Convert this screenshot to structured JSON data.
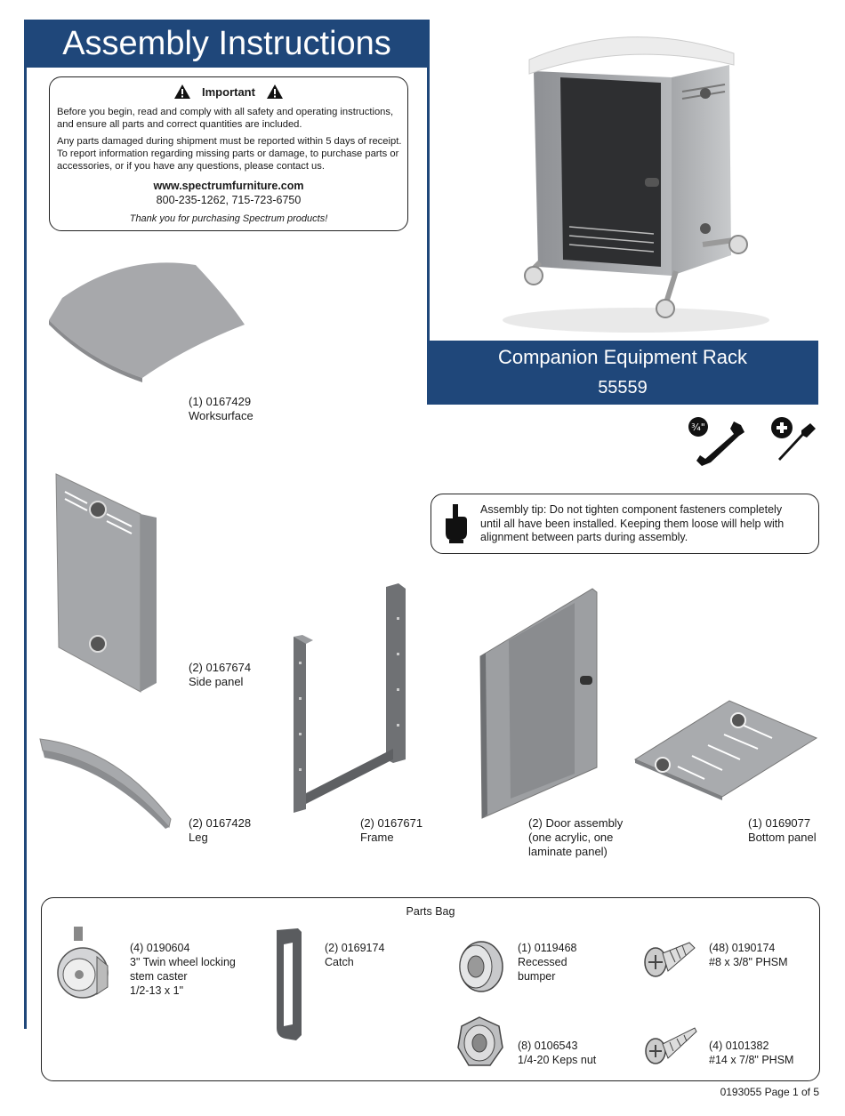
{
  "header": {
    "title": "Assembly Instructions"
  },
  "important": {
    "heading": "Important",
    "para1_line1": "Before you begin, read and comply with all safety and operating instructions,",
    "para1_line2": "and ensure all parts and correct quantities are included.",
    "para2_line1": "Any parts damaged during shipment must be reported within 5 days of receipt.",
    "para2_line2": "To report information regarding missing parts or damage, to purchase parts or",
    "para2_line3": "accessories, or if you have any questions, please contact us.",
    "url": "www.spectrumfurniture.com",
    "phones": "800-235-1262, 715-723-6750",
    "thanks": "Thank you for purchasing Spectrum products!"
  },
  "product": {
    "name": "Companion Equipment Rack",
    "number": "55559"
  },
  "tools": {
    "wrench_size": "¾\""
  },
  "tip": {
    "line1": "Assembly tip: Do not tighten component fasteners completely",
    "line2": "until all have been installed.  Keeping them loose will help with",
    "line3": "alignment between parts during assembly."
  },
  "parts": [
    {
      "qty_part": "(1) 0167429",
      "name": "Worksurface"
    },
    {
      "qty_part": "(2) 0167674",
      "name": "Side panel"
    },
    {
      "qty_part": "(2) 0167428",
      "name": "Leg"
    },
    {
      "qty_part": "(2) 0167671",
      "name": "Frame"
    },
    {
      "qty_part": "(2) Door assembly",
      "name": "(one acrylic, one",
      "name2": "laminate panel)"
    },
    {
      "qty_part": "(1) 0169077",
      "name": "Bottom panel"
    }
  ],
  "parts_bag": {
    "title": "Parts Bag",
    "items": [
      {
        "qty_part": "(4) 0190604",
        "line1": "3\" Twin wheel locking",
        "line2": "stem caster",
        "line3": "1/2-13 x 1\""
      },
      {
        "qty_part": "(2) 0169174",
        "line1": "Catch"
      },
      {
        "qty_part": "(1) 0119468",
        "line1": "Recessed",
        "line2": "bumper"
      },
      {
        "qty_part": "(48) 0190174",
        "line1": "#8 x 3/8\" PHSM"
      },
      {
        "qty_part": "(8) 0106543",
        "line1": "1/4-20 Keps nut"
      },
      {
        "qty_part": "(4) 0101382",
        "line1": "#14 x 7/8\" PHSM"
      }
    ]
  },
  "footer": {
    "doc": "0193055 Page 1 of 5"
  }
}
